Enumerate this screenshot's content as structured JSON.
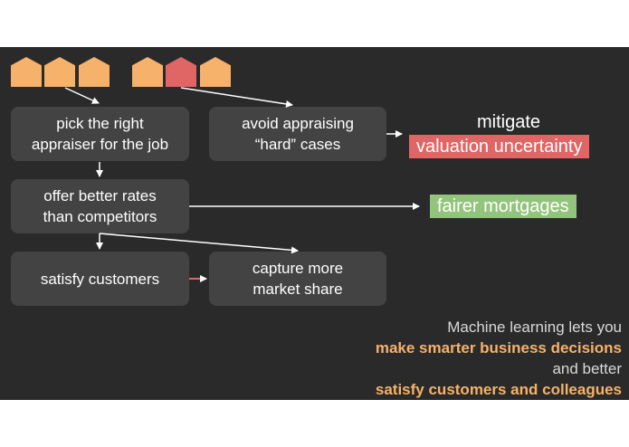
{
  "boxes": {
    "pick_appraiser": [
      "pick the right",
      "appraiser for the job"
    ],
    "avoid_hard": [
      "avoid appraising",
      "“hard” cases"
    ],
    "offer_rates": [
      "offer better rates",
      "than competitors"
    ],
    "satisfy_customers": [
      "satisfy customers"
    ],
    "capture_share": [
      "capture more",
      "market share"
    ]
  },
  "outcomes": {
    "mitigate_label": "mitigate",
    "valuation_uncertainty": "valuation uncertainty",
    "fairer_mortgages": "fairer mortgages"
  },
  "tagline": {
    "line1": "Machine learning lets you",
    "line2": "make smarter business decisions",
    "line3": "and better",
    "line4": "satisfy customers and colleagues"
  },
  "colors": {
    "background": "#2a2a2a",
    "box": "#434343",
    "house_orange": "#f6b26b",
    "house_red": "#e06666",
    "highlight_red": "#e06666",
    "highlight_green": "#93c47d",
    "accent_text": "#f6b26b"
  }
}
